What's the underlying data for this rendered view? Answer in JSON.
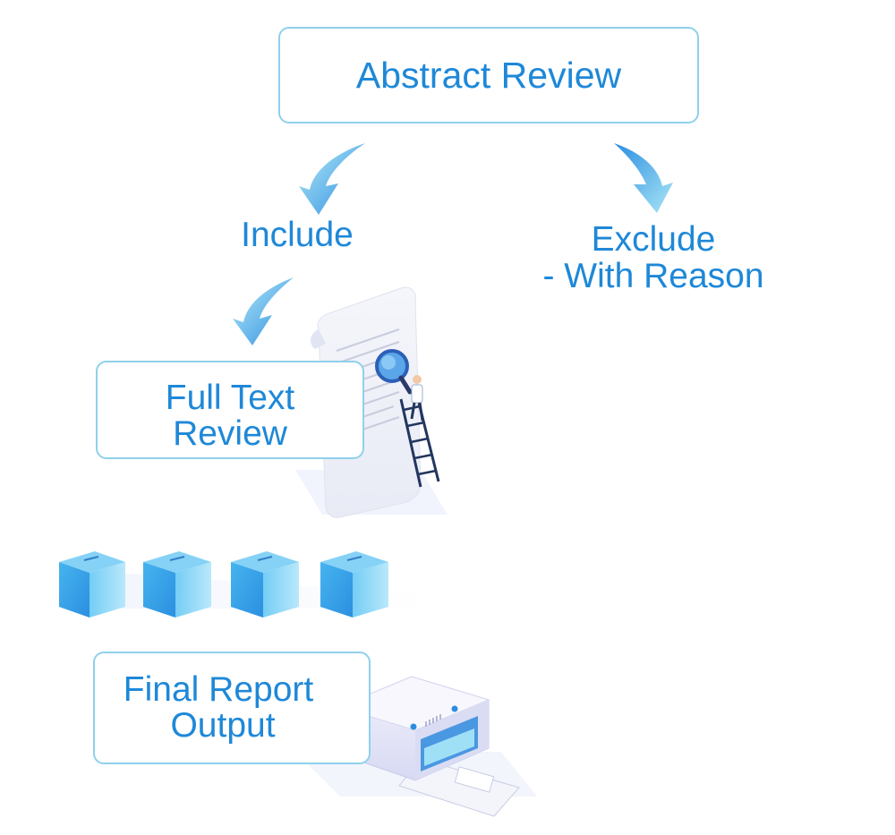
{
  "diagram": {
    "abstract_review": "Abstract Review",
    "include": "Include",
    "exclude_line1": "Exclude",
    "exclude_line2": "- With Reason",
    "full_text_line1": "Full Text",
    "full_text_line2": "Review",
    "final_line1": "Final Report",
    "final_line2": "Output"
  },
  "colors": {
    "text_blue": "#1e88d8",
    "box_border": "#8fd0ec",
    "arrow_light": "#9fe3f5",
    "arrow_dark": "#2f8fe0",
    "cube_blue": "#3aa3e8"
  },
  "icons": [
    "document-with-magnifier-icon",
    "ladder-person-icon",
    "cube-icon",
    "printer-icon"
  ]
}
